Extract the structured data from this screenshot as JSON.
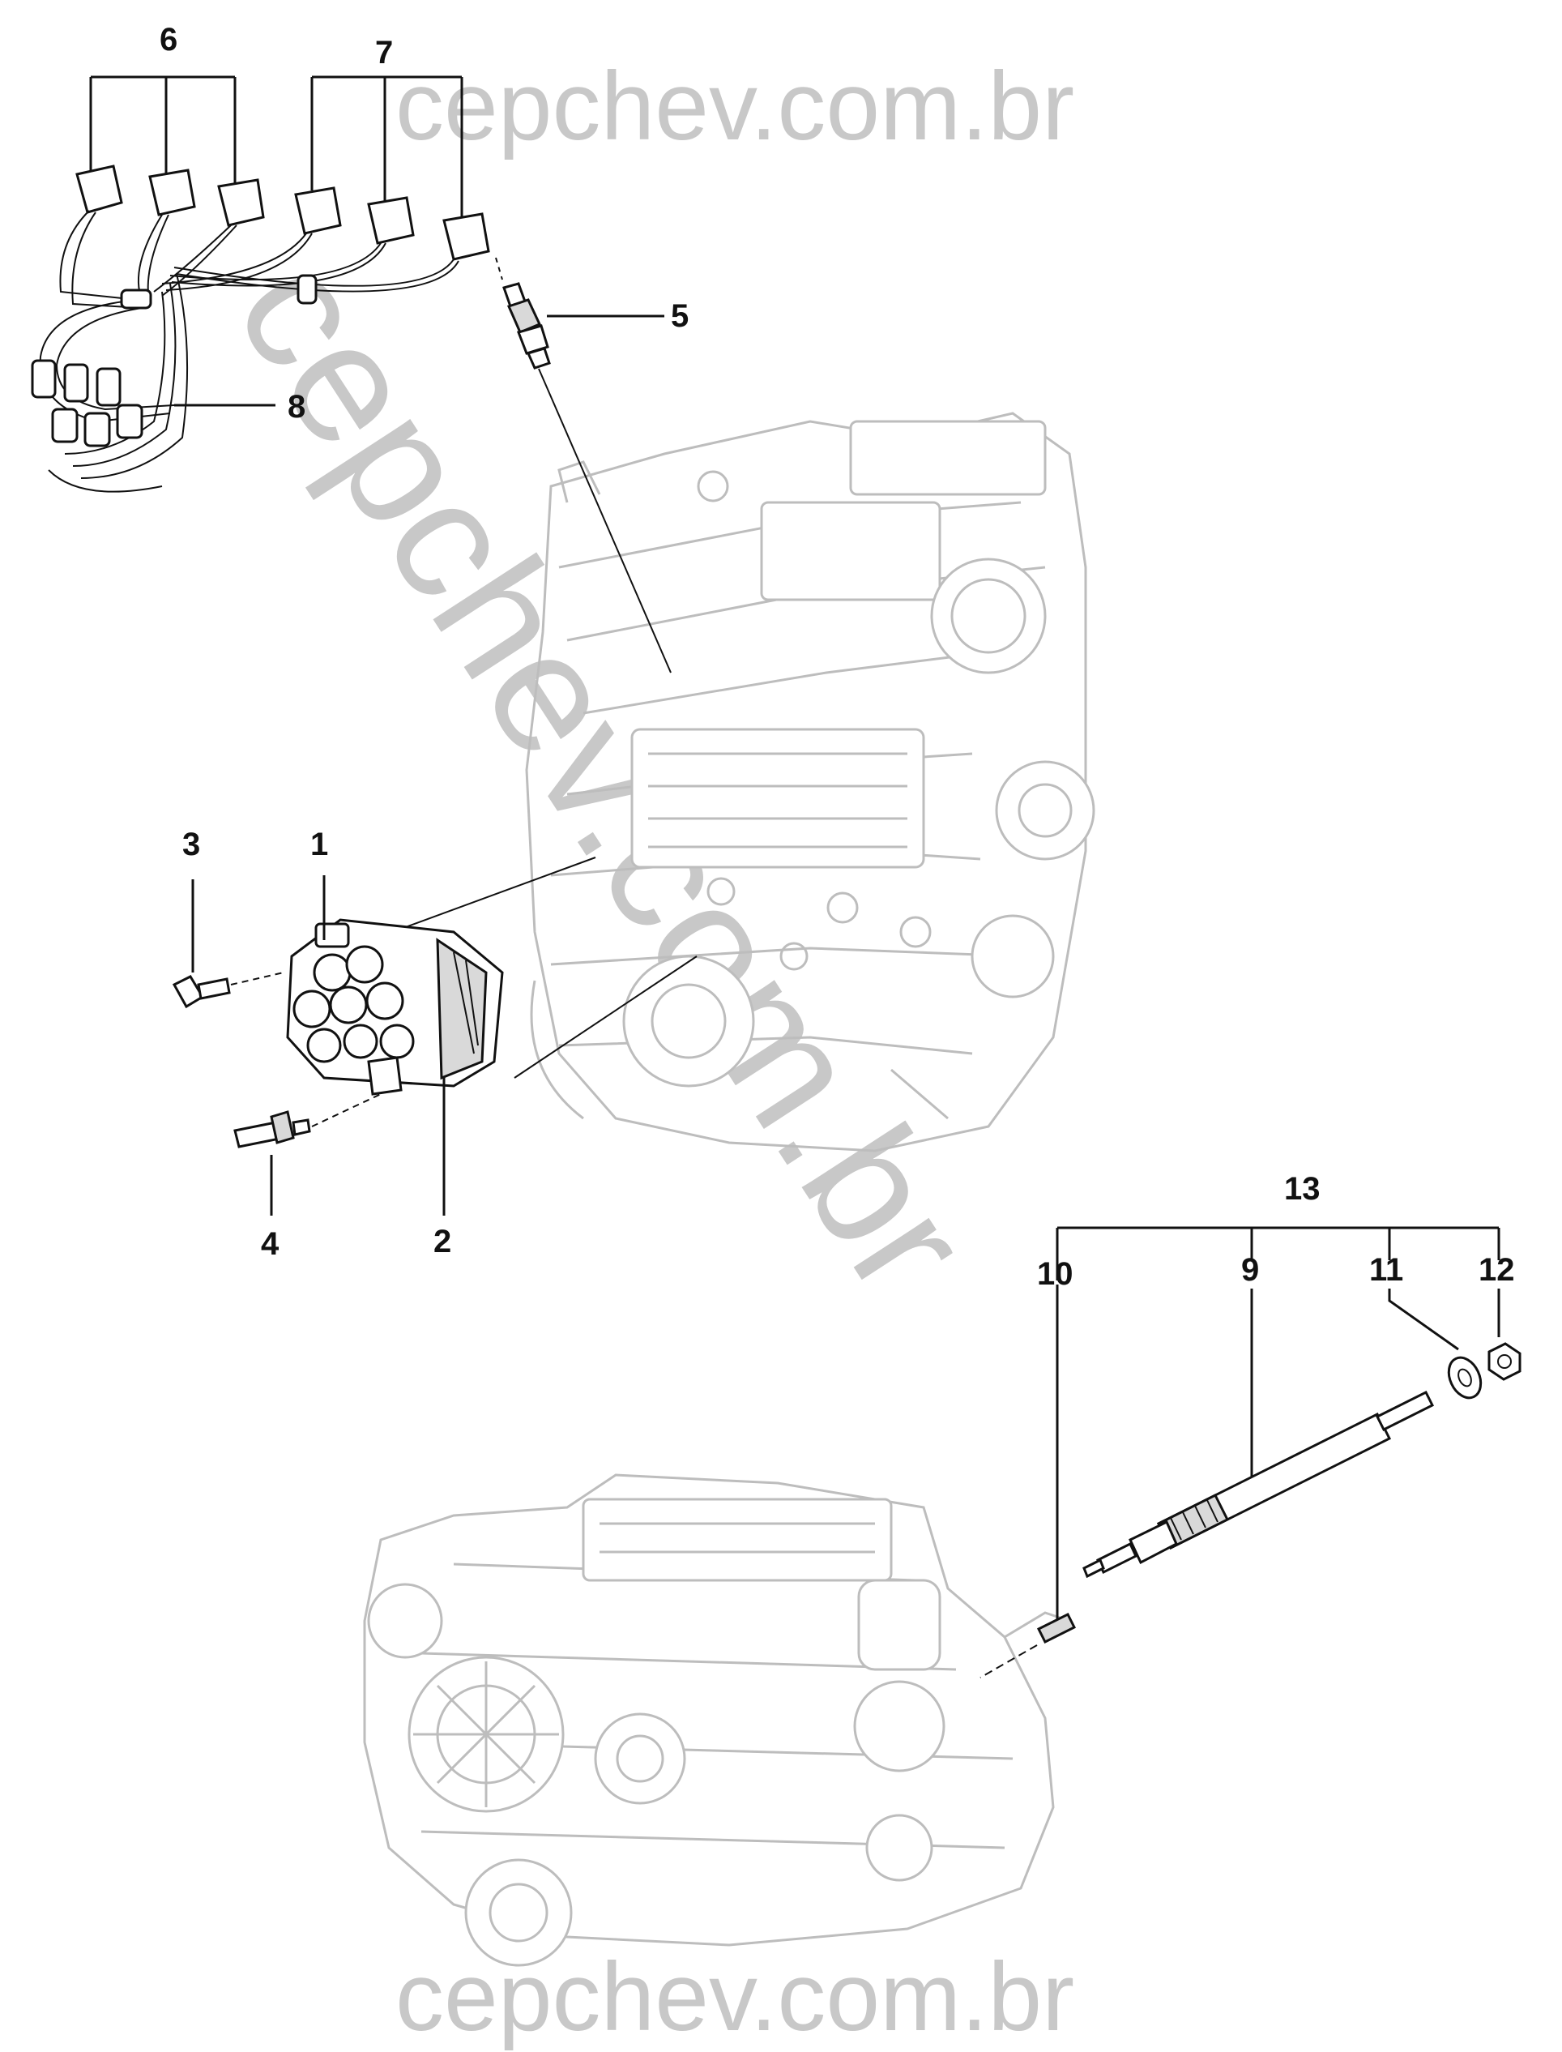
{
  "watermark": {
    "text": "cepchev.com.br",
    "color": "#c8c8c8"
  },
  "callouts": {
    "c1": "1",
    "c2": "2",
    "c3": "3",
    "c4": "4",
    "c5": "5",
    "c6": "6",
    "c7": "7",
    "c8": "8",
    "c9": "9",
    "c10": "10",
    "c11": "11",
    "c12": "12",
    "c13": "13"
  },
  "colors": {
    "line": "#111111",
    "engine": "#bdbdbd",
    "background": "#ffffff"
  }
}
